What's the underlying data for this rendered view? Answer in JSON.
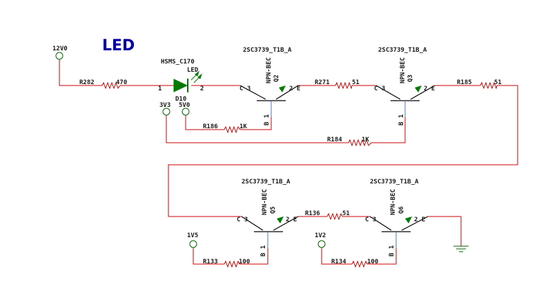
{
  "title": "LED",
  "power": {
    "v12": "12V0",
    "v33": "3V3",
    "v50": "5V0",
    "v15": "1V5",
    "v12b": "1V2"
  },
  "led": {
    "part": "HSMS_C170",
    "type": "LED",
    "ref": "D10",
    "pin1": "1",
    "pin2": "2"
  },
  "resistors": {
    "r282": {
      "ref": "R282",
      "value": "470"
    },
    "r271": {
      "ref": "R271",
      "value": "51"
    },
    "r185": {
      "ref": "R185",
      "value": "51"
    },
    "r186": {
      "ref": "R186",
      "value": "1K"
    },
    "r184": {
      "ref": "R184",
      "value": "1K"
    },
    "r136": {
      "ref": "R136",
      "value": "51"
    },
    "r133": {
      "ref": "R133",
      "value": "100"
    },
    "r134": {
      "ref": "R134",
      "value": "100"
    }
  },
  "transistors": {
    "q2": {
      "part": "2SC3739_T1B_A",
      "type": "NPN-BEC",
      "ref": "Q2"
    },
    "q3": {
      "part": "2SC3739_T1B_A",
      "type": "NPN-BEC",
      "ref": "Q3"
    },
    "q5": {
      "part": "2SC3739_T1B_A",
      "type": "NPN-BEC",
      "ref": "Q5"
    },
    "q6": {
      "part": "2SC3739_T1B_A",
      "type": "NPN-BEC",
      "ref": "Q6"
    }
  },
  "pins": {
    "collector": "C 3",
    "emitter": "2 E",
    "base": "B 1"
  }
}
